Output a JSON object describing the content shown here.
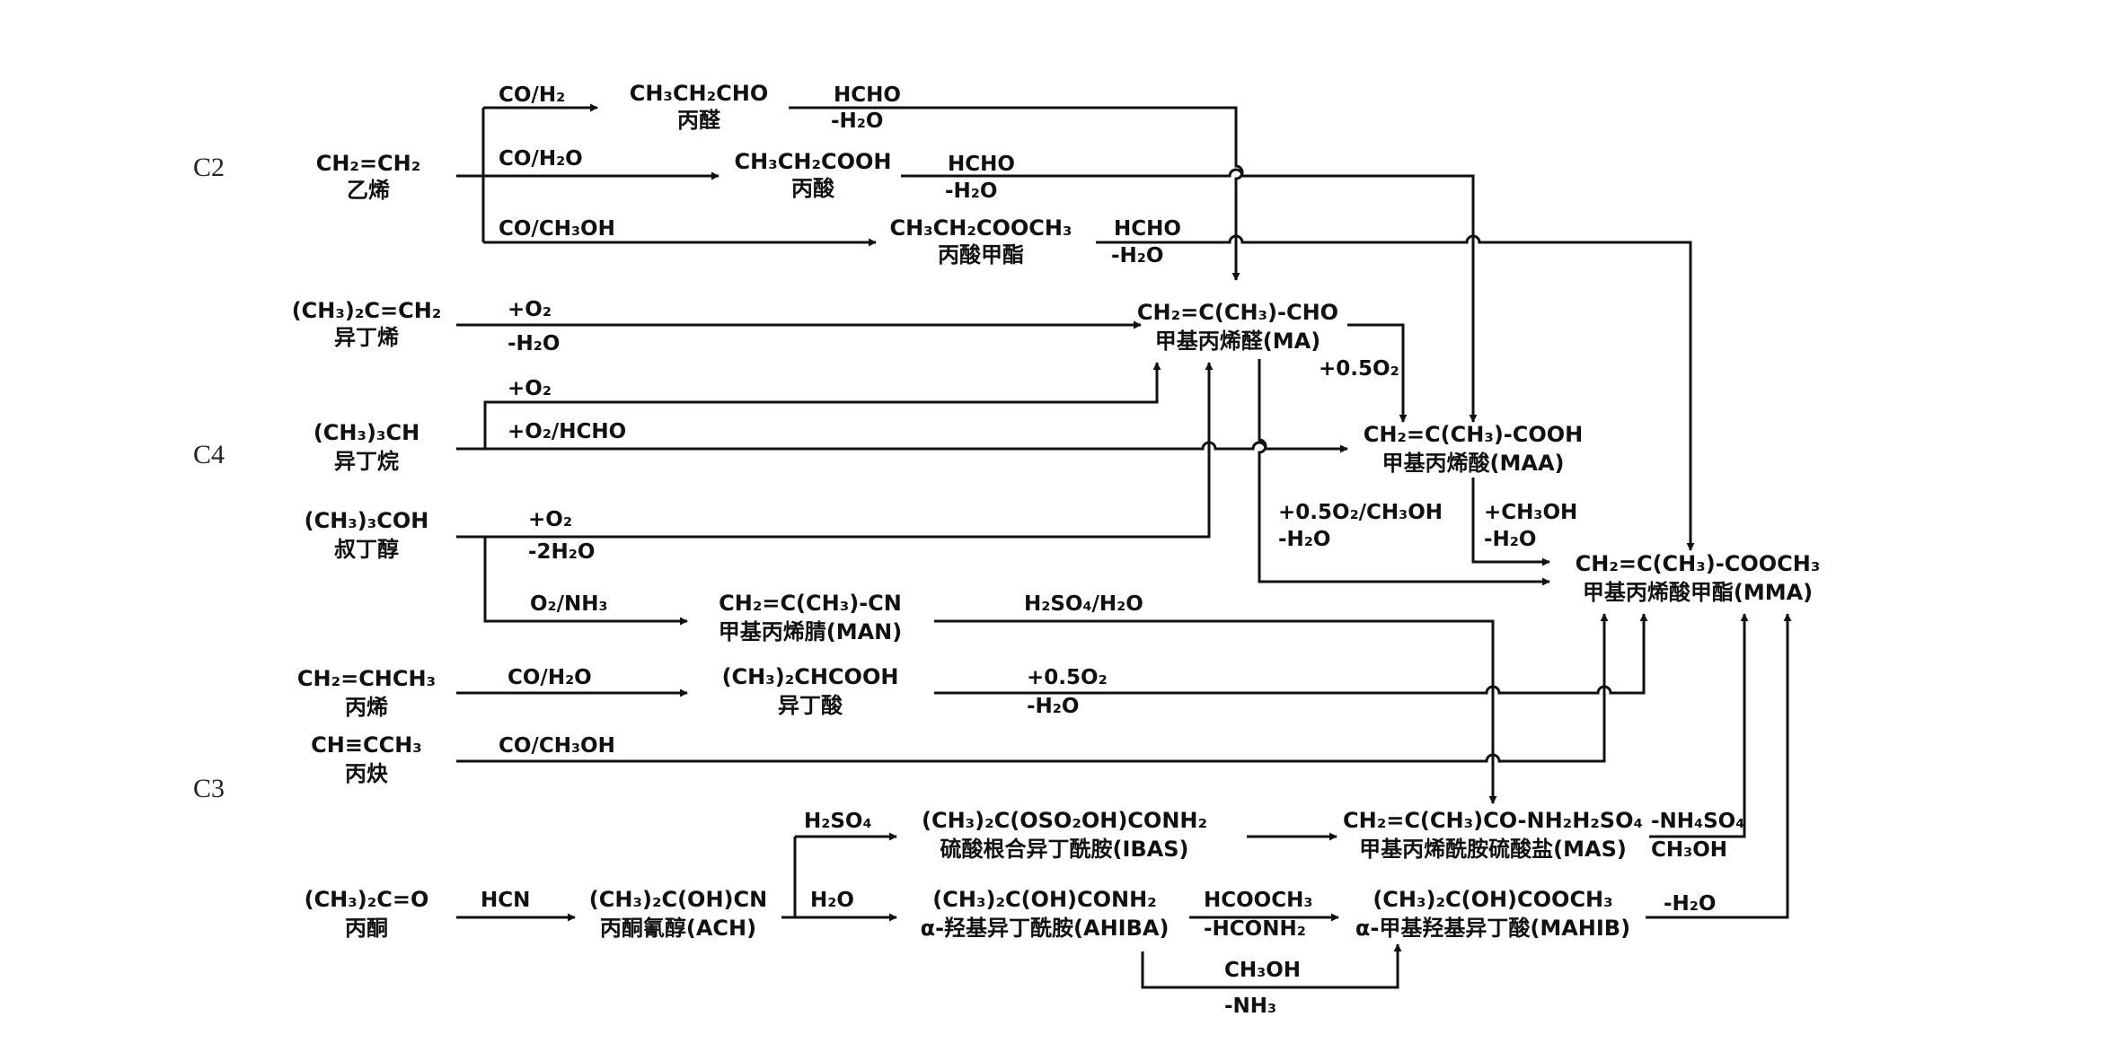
{
  "groups": {
    "c2": "C2",
    "c4": "C4",
    "c3": "C3"
  },
  "molecules": {
    "ethylene": {
      "formula": "CH₂=CH₂",
      "name": "乙烯"
    },
    "propanal": {
      "formula": "CH₃CH₂CHO",
      "name": "丙醛"
    },
    "propionic_acid": {
      "formula": "CH₃CH₂COOH",
      "name": "丙酸"
    },
    "methyl_propionate": {
      "formula": "CH₃CH₂COOCH₃",
      "name": "丙酸甲酯"
    },
    "isobutylene": {
      "formula": "(CH₃)₂C=CH₂",
      "name": "异丁烯"
    },
    "ma": {
      "formula": "CH₂=C(CH₃)-CHO",
      "name": "甲基丙烯醛(MA)"
    },
    "isobutane": {
      "formula": "(CH₃)₃CH",
      "name": "异丁烷"
    },
    "maa": {
      "formula": "CH₂=C(CH₃)-COOH",
      "name": "甲基丙烯酸(MAA)"
    },
    "tba": {
      "formula": "(CH₃)₃COH",
      "name": "叔丁醇"
    },
    "mma": {
      "formula": "CH₂=C(CH₃)-COOCH₃",
      "name": "甲基丙烯酸甲酯(MMA)"
    },
    "man": {
      "formula": "CH₂=C(CH₃)-CN",
      "name": "甲基丙烯腈(MAN)"
    },
    "propylene": {
      "formula": "CH₂=CHCH₃",
      "name": "丙烯"
    },
    "isobutyric_acid": {
      "formula": "(CH₃)₂CHCOOH",
      "name": "异丁酸"
    },
    "propyne": {
      "formula": "CH≡CCH₃",
      "name": "丙炔"
    },
    "ibas": {
      "formula": "(CH₃)₂C(OSO₂OH)CONH₂",
      "name": "硫酸根合异丁酰胺(IBAS)"
    },
    "mas": {
      "formula": "CH₂=C(CH₃)CO-NH₂H₂SO₄",
      "name": "甲基丙烯酰胺硫酸盐(MAS)"
    },
    "acetone": {
      "formula": "(CH₃)₂C=O",
      "name": "丙酮"
    },
    "ach": {
      "formula": "(CH₃)₂C(OH)CN",
      "name": "丙酮氰醇(ACH)"
    },
    "ahiba": {
      "formula": "(CH₃)₂C(OH)CONH₂",
      "name": "α-羟基异丁酰胺(AHIBA)"
    },
    "mahib": {
      "formula": "(CH₃)₂C(OH)COOCH₃",
      "name": "α-甲基羟基异丁酸(MAHIB)"
    }
  },
  "conditions": {
    "co_h2": "CO/H₂",
    "co_h2o_1": "CO/H₂O",
    "co_ch3oh_1": "CO/CH₃OH",
    "hcho_1": "HCHO",
    "h2o_1": "-H₂O",
    "hcho_2": "HCHO",
    "h2o_2": "-H₂O",
    "hcho_3": "HCHO",
    "h2o_3": "-H₂O",
    "o2_1": "+O₂",
    "h2o_4": "-H₂O",
    "o2_half_1": "+0.5O₂",
    "o2_2": "+O₂",
    "o2_hcho": "+O₂/HCHO",
    "o2_ch3oh": "+0.5O₂/CH₃OH",
    "h2o_5": "-H₂O",
    "ch3oh_1": "+CH₃OH",
    "h2o_6": "-H₂O",
    "o2_3": "+O₂",
    "h2o_7": "-2H₂O",
    "o2_nh3": "O₂/NH₃",
    "h2so4_h2o": "H₂SO₄/H₂O",
    "co_h2o_2": "CO/H₂O",
    "o2_half_2": "+0.5O₂",
    "h2o_8": "-H₂O",
    "co_ch3oh_2": "CO/CH₃OH",
    "h2so4": "H₂SO₄",
    "nh4so4": "-NH₄SO₄",
    "ch3oh_2": "CH₃OH",
    "hcn": "HCN",
    "h2o_9": "H₂O",
    "hcooch3": "HCOOCH₃",
    "hconh2": "-HCONH₂",
    "h2o_10": "-H₂O",
    "ch3oh_3": "CH₃OH",
    "nh3": "-NH₃"
  },
  "colors": {
    "ink": "#111111",
    "background": "#ffffff"
  }
}
